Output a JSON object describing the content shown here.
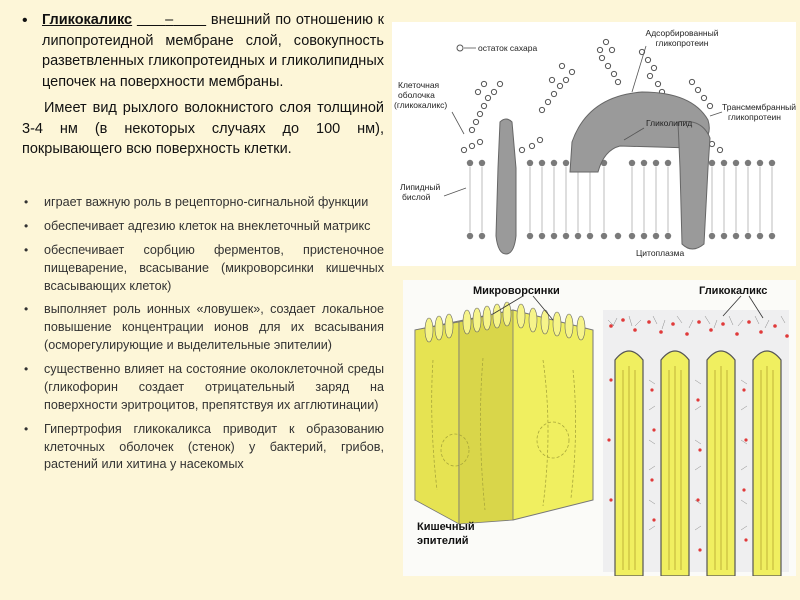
{
  "definition": {
    "term": "Гликокаликс",
    "dash": "–",
    "text": "внешний по отношению к липопротеидной мембране слой, совокупность разветвленных гликопротеидных и гликолипидных цепочек на поверхности мембраны."
  },
  "thickness": "Имеет вид рыхлого волокнистого слоя толщиной 3-4 нм (в некоторых случаях до 100 нм), покрывающего всю поверхность клетки.",
  "functions": [
    "играет важную роль в рецепторно-сигнальной функции",
    "обеспечивает адгезию клеток на внеклеточный матрикс",
    "обеспечивает сорбцию ферментов, пристеночное пищеварение, всасывание (микроворсинки кишечных всасывающих клеток)",
    "выполняет роль ионных «ловушек», создает локальное повышение концентрации ионов для их всасывания (осморегулирующие и выделительные эпителии)",
    "существенно влияет на состояние околоклеточной среды (гликофорин создает отрицательный заряд на поверхности эритроцитов, препятствуя их агглютинации)",
    "Гипертрофия гликокаликса приводит к образованию клеточных оболочек (стенок) у бактерий, грибов, растений или хитина у насекомых"
  ],
  "membrane_figure": {
    "labels": {
      "sugar": "остаток сахара",
      "adsorbed_1": "Адсорбированный",
      "adsorbed_2": "гликопротеин",
      "coat_1": "Клеточная",
      "coat_2": "оболочка",
      "coat_3": "(гликокаликс)",
      "transmembrane_1": "Трансмембранный",
      "transmembrane_2": "гликопротеин",
      "glycolipid": "Гликолипид",
      "bilayer_1": "Липидный",
      "bilayer_2": "бислой",
      "cytoplasm": "Цитоплазма"
    }
  },
  "microvilli_figure": {
    "labels": {
      "microvilli": "Микроворсинки",
      "glycocalyx": "Гликокаликс",
      "epithelium_1": "Кишечный",
      "epithelium_2": "эпителий"
    }
  },
  "colors": {
    "background": "#fdf6d8",
    "epithelium_yellow": "#f0ef60",
    "glyco_red": "#e03a3a",
    "protein_gray": "#9a9a9a"
  }
}
